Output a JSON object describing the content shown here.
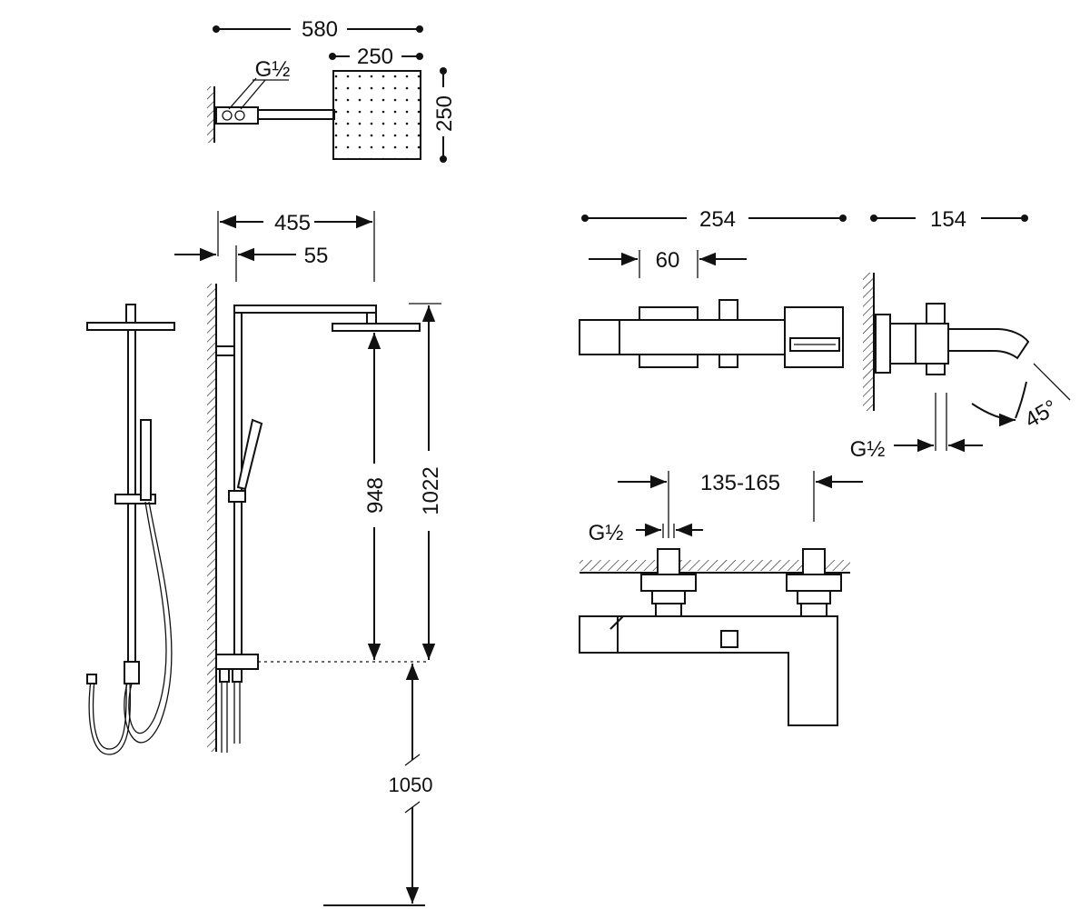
{
  "top_view": {
    "width_total": "580",
    "head_width": "250",
    "head_depth": "250",
    "connection": "G½"
  },
  "column": {
    "projection": "455",
    "wall_offset": "55",
    "head_height": "948",
    "overall_height": "1022",
    "mount_height": "1050"
  },
  "mixer_top": {
    "body_length": "254",
    "spout_length": "154",
    "handle_width": "60",
    "connection": "G½",
    "swivel_angle": "45°"
  },
  "mixer_front": {
    "centers": "135-165",
    "connection": "G½"
  },
  "colors": {
    "line": "#111111",
    "background": "#ffffff"
  }
}
